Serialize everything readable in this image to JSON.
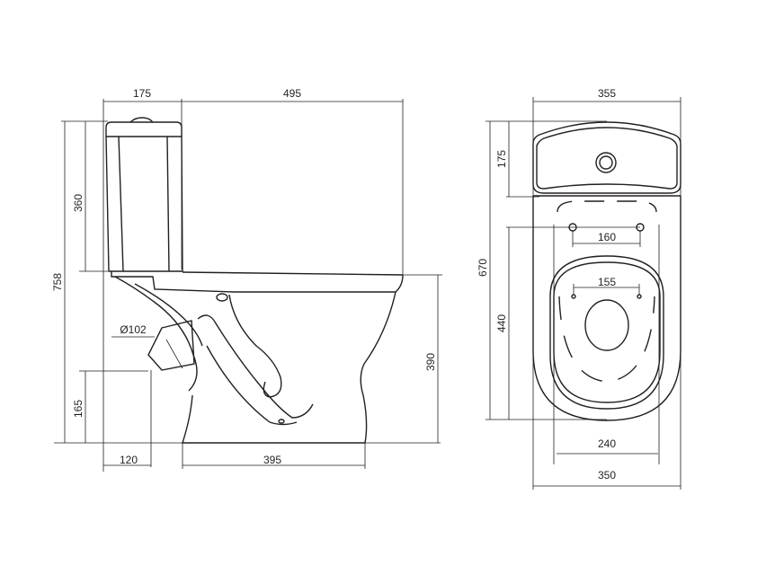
{
  "side_view": {
    "dims": {
      "tank_depth": "175",
      "bowl_length": "495",
      "total_height": "758",
      "tank_height": "360",
      "outlet_diameter": "Ø102",
      "outlet_height": "165",
      "seat_height": "390",
      "outlet_offset": "120",
      "base_length": "395"
    }
  },
  "top_view": {
    "dims": {
      "tank_width": "355",
      "total_length": "670",
      "tank_depth": "175",
      "bowl_length": "440",
      "hinge_spacing": "160",
      "seat_hole_spacing": "155",
      "base_width": "240",
      "bowl_width": "350"
    }
  },
  "colors": {
    "line": "#231f20",
    "background": "#ffffff"
  }
}
